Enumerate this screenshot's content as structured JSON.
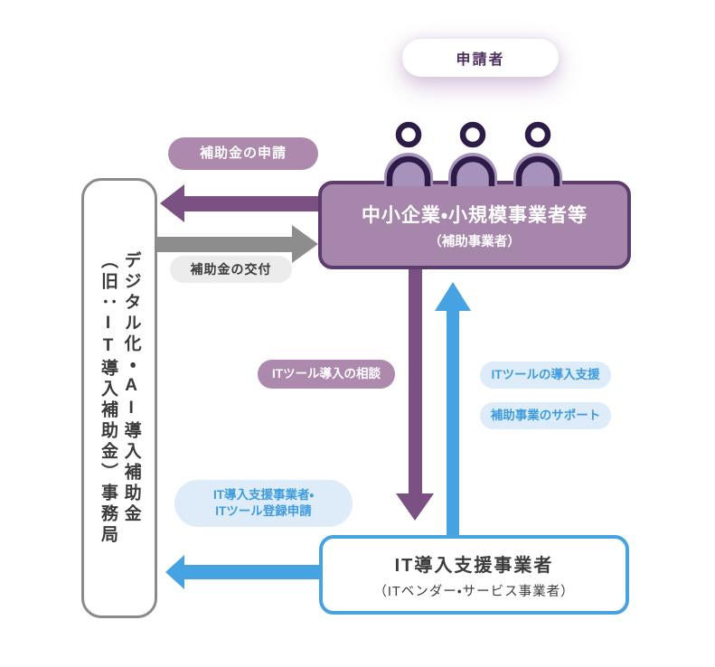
{
  "diagram": {
    "applicant_badge": "申請者",
    "sme_box": {
      "title": "中小企業・小規模事業者等",
      "subtitle": "（補助事業者）"
    },
    "office_box": {
      "column1": "デジタル化・AI導入補助金",
      "column2": "（旧：IT導入補助金）事務局"
    },
    "vendor_box": {
      "title": "IT導入支援事業者",
      "subtitle": "（ITベンダー・サービス事業者）"
    },
    "labels": {
      "subsidy_application": "補助金の申請",
      "subsidy_grant": "補助金の交付",
      "tool_consultation": "ITツール導入の相談",
      "tool_support": "ITツールの導入支援",
      "project_support": "補助事業のサポート",
      "registration_line1": "IT導入支援事業者・",
      "registration_line2": "ITツール登録申請"
    },
    "colors": {
      "mauve": "#a786ab",
      "purple-dark": "#5e3d6e",
      "purple-arrow": "#7b5083",
      "mauve-pill": "#ad89ae",
      "gray-arrow": "#8d8d8d",
      "gray-border": "#8a8a8a",
      "gray-pill": "#ececec",
      "blue": "#47a2e1",
      "blue-pill": "#ddecf8",
      "blue-text": "#3e9be0",
      "ink": "#3b3b3b",
      "person-dark": "#2e1c48",
      "person-light": "#a692ba",
      "badge-text": "#4b2e5e"
    }
  }
}
